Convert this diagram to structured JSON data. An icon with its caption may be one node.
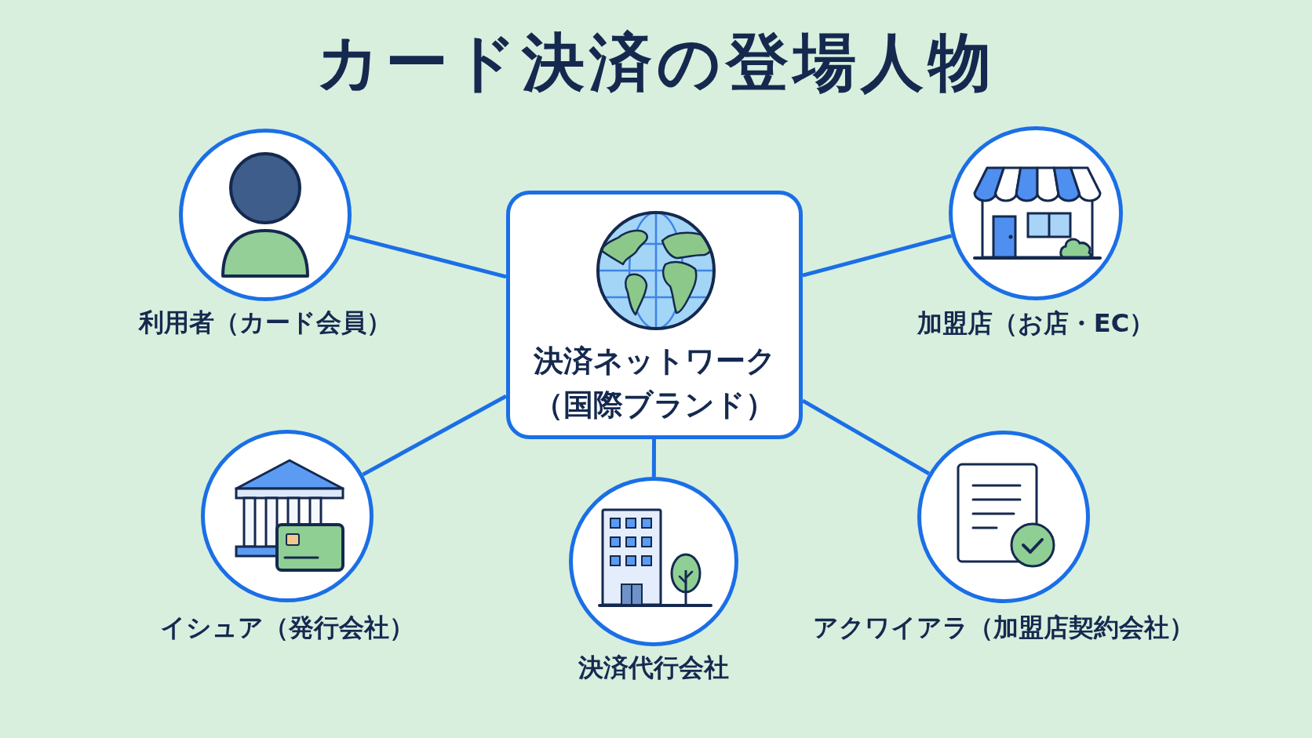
{
  "diagram": {
    "title": "カード決済の登場人物",
    "nodes": [
      {
        "text": [
          "利用者（カード会員）"
        ]
      },
      {
        "text": [
          "決済ネットワーク（国際ブランド）"
        ]
      },
      {
        "text": [
          "加盟店（お店・EC）"
        ]
      },
      {
        "text": [
          "イシュア（発行会社）"
        ]
      },
      {
        "text": [
          "決済代行会社"
        ]
      },
      {
        "text": [
          "アクワイアラ（加盟店契約会社）"
        ]
      }
    ],
    "edges": [
      {
        "from": 1,
        "to": 0,
        "arrow": "none"
      },
      {
        "from": 1,
        "to": 2,
        "arrow": "none"
      },
      {
        "from": 1,
        "to": 3,
        "arrow": "none"
      },
      {
        "from": 1,
        "to": 4,
        "arrow": "none"
      },
      {
        "from": 1,
        "to": 5,
        "arrow": "none"
      }
    ]
  }
}
